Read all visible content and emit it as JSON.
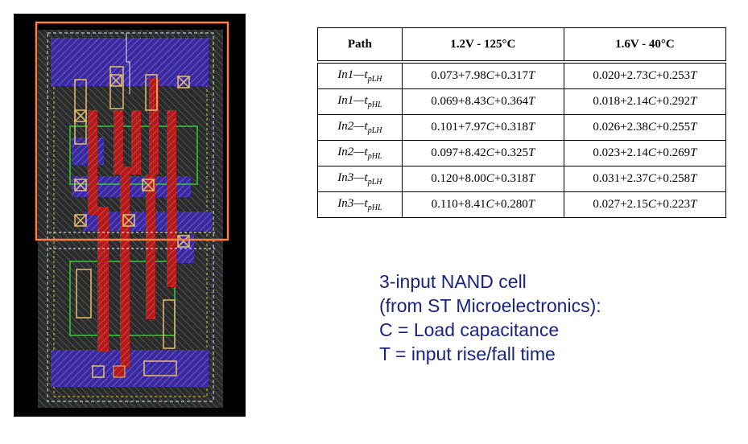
{
  "table": {
    "headers": [
      "Path",
      "1.2V - 125°C",
      "1.6V - 40°C"
    ],
    "rows": [
      {
        "input": "In1",
        "sep": "—t",
        "sub": "pLH",
        "hot": "0.073+7.98C+0.317T",
        "cold": "0.020+2.73C+0.253T"
      },
      {
        "input": "In1",
        "sep": "—t",
        "sub": "pHL",
        "hot": "0.069+8.43C+0.364T",
        "cold": "0.018+2.14C+0.292T"
      },
      {
        "input": "In2",
        "sep": "—t",
        "sub": "pLH",
        "hot": "0.101+7.97C+0.318T",
        "cold": "0.026+2.38C+0.255T"
      },
      {
        "input": "In2",
        "sep": "—t",
        "sub": "pHL",
        "hot": "0.097+8.42C+0.325T",
        "cold": "0.023+2.14C+0.269T"
      },
      {
        "input": "In3",
        "sep": "—t",
        "sub": "pLH",
        "hot": "0.120+8.00C+0.318T",
        "cold": "0.031+2.37C+0.258T"
      },
      {
        "input": "In3",
        "sep": "—t",
        "sub": "pHL",
        "hot": "0.110+8.41C+0.280T",
        "cold": "0.027+2.15C+0.223T"
      }
    ]
  },
  "caption": {
    "line1": "3-input NAND cell",
    "line2": "(from ST Microelectronics):",
    "line3": "C = Load capacitance",
    "line4": "T = input rise/fall time"
  },
  "colors": {
    "caption_text": "#1a237e",
    "layout_background": "#000000",
    "poly": "#cc2222",
    "metal": "#5a3fd0",
    "well_outline": "#ff8040",
    "diffusion_outline": "#33cc33",
    "contact": "#e8c070"
  }
}
